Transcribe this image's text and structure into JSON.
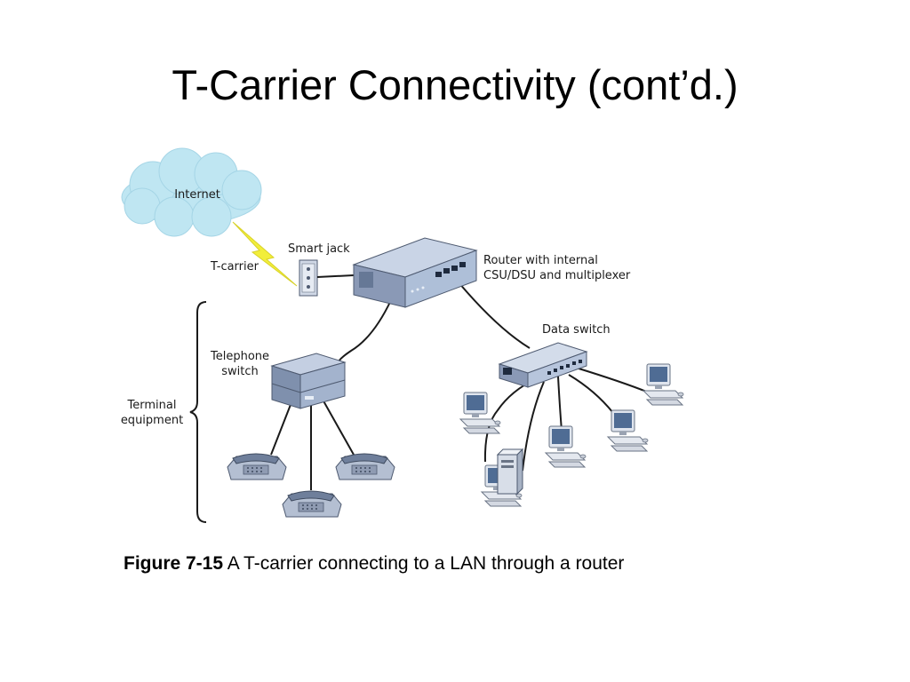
{
  "slide": {
    "title": "T-Carrier Connectivity (cont’d.)"
  },
  "diagram": {
    "labels": {
      "internet": "Internet",
      "t_carrier": "T-carrier",
      "smart_jack": "Smart jack",
      "router_line1": "Router with internal",
      "router_line2": "CSU/DSU and multiplexer",
      "data_switch": "Data switch",
      "telephone_line1": "Telephone",
      "telephone_line2": "switch",
      "terminal_line1": "Terminal",
      "terminal_line2": "equipment"
    },
    "colors": {
      "cloud": "#bfe6f2",
      "lightning": "#f2ee3a",
      "device_blue": "#aebfd8",
      "device_dark": "#5d6f8e",
      "cable": "#1a1a1a"
    }
  },
  "caption": {
    "figure_label": "Figure 7-15",
    "text": "A T-carrier connecting to a LAN through a router"
  }
}
